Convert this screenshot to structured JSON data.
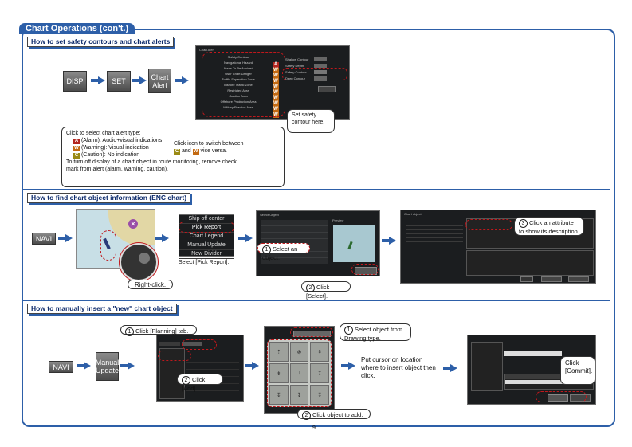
{
  "page": {
    "title": "Chart Operations (con't.)",
    "page_number": "9"
  },
  "colors": {
    "accent": "#2d5fa8",
    "callout_border": "#c0181c",
    "dialog_bg": "#1b1d1f"
  },
  "section1": {
    "heading": "How to set safety contours and chart alerts",
    "buttons": [
      "DISP",
      "SET",
      "Chart Alert"
    ],
    "dialog_title": "Chart Alert",
    "dialog_rows": [
      "Safety Contour",
      "Navigational Hazard",
      "Areas To Be Avoided",
      "User Chart Danger",
      "Traffic Separation Zone",
      "Inshore Traffic Zone",
      "Restricted Area",
      "Caution Area",
      "Offshore Production Area",
      "Military Practice Area"
    ],
    "right_labels": [
      "Shallow Contour",
      "Safety Depth",
      "Safety Contour",
      "Deep Contour"
    ],
    "callout": "Set safety contour here.",
    "note_title": "Click to select chart alert type:",
    "note_alarm": "(Alarm): Audio+visual indications",
    "note_warning": "(Warning): Visual indication",
    "note_caution": "(Caution): No indication",
    "note_switch_a": "Click icon to switch between",
    "note_switch_b": "and",
    "note_switch_c": "vice versa.",
    "note_footer": "To turn off display of a chart object in route monitoring, remove check mark from alert (alarm, warning, caution).",
    "badges": {
      "alarm": "A",
      "warning": "W",
      "caution": "C"
    }
  },
  "section2": {
    "heading": "How to find chart object information (ENC chart)",
    "navi": "NAVI",
    "right_click": "Right-click.",
    "menu_items": [
      "Ship off center",
      "Pick Report",
      "Chart Legend",
      "Manual Update",
      "New Divider"
    ],
    "menu_caption": "Select [Pick Report].",
    "select_dialog_title": "Select Object",
    "preview_label": "Preview",
    "step1": "Select an object.",
    "step2": "Click [Select].",
    "step1_num": "1",
    "step2_num": "2",
    "info_step": "Click an attribute to show its description.",
    "info_step_num": "3",
    "info_dialog_title": "Chart object"
  },
  "section3": {
    "heading": "How to manually insert a \"new\" chart object",
    "navi": "NAVI",
    "manual_update": "Manual Update",
    "step_planning": "Click [Planning] tab.",
    "step_add": "Click [Add].",
    "step_drawing": "Select object from Drawing type.",
    "step_object": "Click object to add.",
    "put_cursor": "Put cursor on location where to insert object then click.",
    "commit": "Click [Commit].",
    "nums": [
      "1",
      "2",
      "1",
      "2"
    ]
  }
}
